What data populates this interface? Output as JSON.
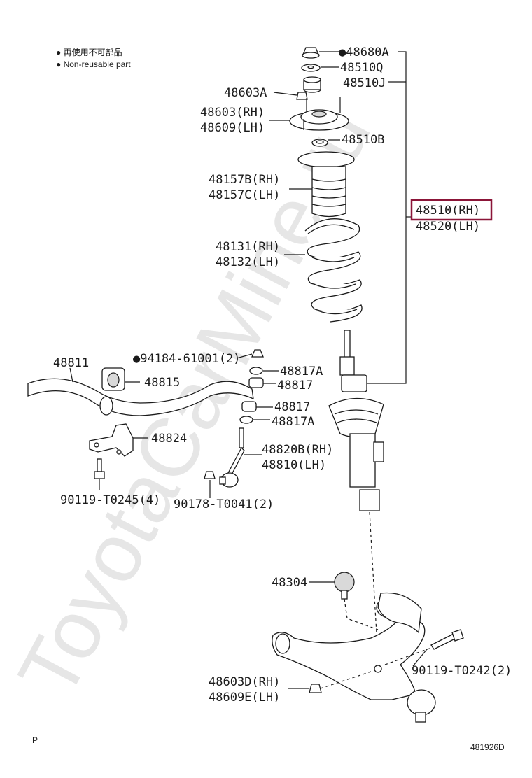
{
  "watermark": "ToyotaCarMine.ru",
  "legend": {
    "jp": "● 再使用不可部品",
    "en": "● Non-reusable part"
  },
  "corner_left": "P",
  "corner_right": "481926D",
  "highlight_color": "#8b1538",
  "labels": {
    "p48680A": "●48680A",
    "p48510Q": "48510Q",
    "p48510J": "48510J",
    "p48603A": "48603A",
    "p48603RH": "48603(RH)",
    "p48609LH": "48609(LH)",
    "p48510B": "48510B",
    "p48157B": "48157B(RH)",
    "p48157C": "48157C(LH)",
    "p48510RH": "48510(RH)",
    "p48520LH": "48520(LH)",
    "p48131": "48131(RH)",
    "p48132": "48132(LH)",
    "p94184": "●94184-61001(2)",
    "p48811": "48811",
    "p48815": "48815",
    "p48817A_top": "48817A",
    "p48817_top": "48817",
    "p48817_bot": "48817",
    "p48817A_bot": "48817A",
    "p48824": "48824",
    "p48820B": "48820B(RH)",
    "p48810": "48810(LH)",
    "p90119_T0245": "90119-T0245(4)",
    "p90178": "90178-T0041(2)",
    "p48304": "48304",
    "p90119_T0242": "90119-T0242(2)",
    "p48603D": "48603D(RH)",
    "p48609E": "48609E(LH)"
  }
}
